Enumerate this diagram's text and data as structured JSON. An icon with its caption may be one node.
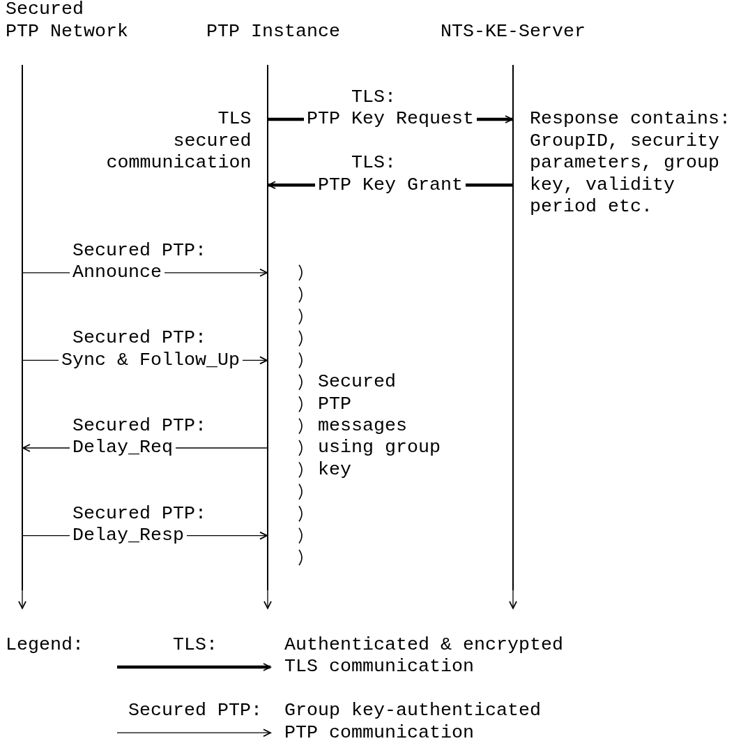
{
  "diagram": {
    "nodes": [
      {
        "text": [
          "Secured PTP Network"
        ]
      },
      {
        "text": [
          "PTP Instance"
        ]
      },
      {
        "text": [
          "NTS-KE-Server"
        ]
      },
      {
        "text": [],
        "shape": "bar"
      },
      {
        "text": [],
        "shape": "bar"
      },
      {
        "text": [],
        "shape": "bar"
      }
    ],
    "edges": [
      {
        "from": 4,
        "to": 5,
        "arrow": "to",
        "label": "PTP Key Request",
        "style": "thick"
      },
      {
        "from": 5,
        "to": 4,
        "arrow": "to",
        "label": "PTP Key Grant",
        "style": "thick"
      },
      {
        "from": 3,
        "to": 4,
        "arrow": "to",
        "label": "Announce"
      },
      {
        "from": 3,
        "to": 4,
        "arrow": "to",
        "label": "Sync & Follow_Up"
      },
      {
        "from": 4,
        "to": 3,
        "arrow": "to",
        "label": "Delay_Req"
      },
      {
        "from": 3,
        "to": 4,
        "arrow": "to",
        "label": "Delay_Resp"
      },
      {
        "from": 3,
        "to": null,
        "arrow": "to"
      },
      {
        "from": 4,
        "to": null,
        "arrow": "to"
      },
      {
        "from": 5,
        "to": null,
        "arrow": "to"
      }
    ],
    "labels": [
      "TLS:",
      "TLS secured communication",
      "Response contains: GroupID, security parameters, group key, validity period etc.",
      "TLS:",
      "Secured PTP:",
      "Secured PTP:",
      "Secured PTP messages using group key",
      "Secured PTP:",
      "Secured PTP:",
      "Legend:",
      "TLS:",
      "Secured PTP:"
    ],
    "legend": [
      {
        "text": "Authenticated & encrypted TLS communication"
      },
      {
        "text": "Group key-authenticated PTP communication"
      }
    ]
  }
}
